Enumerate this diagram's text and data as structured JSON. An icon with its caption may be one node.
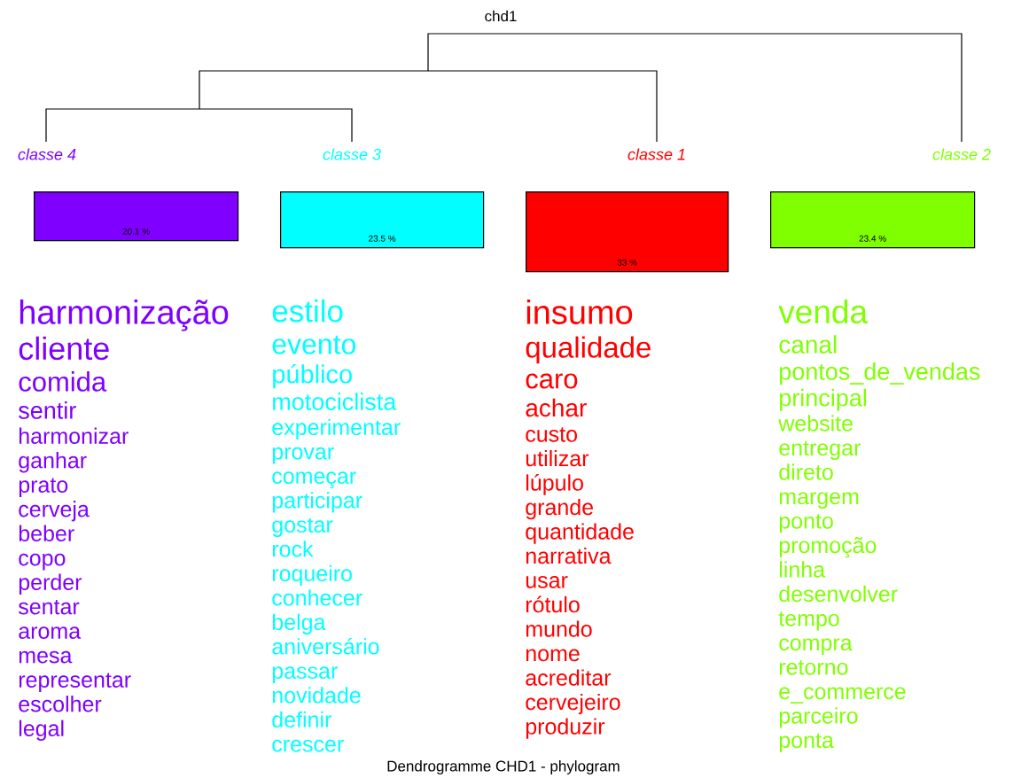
{
  "diagram": {
    "title": "chd1",
    "caption": "Dendrogramme CHD1 - phylogram",
    "nodes": [
      {
        "text": [
          "classe 4"
        ]
      },
      {
        "text": [
          "classe 3"
        ]
      },
      {
        "text": [
          "classe 1"
        ]
      },
      {
        "text": [
          "classe 2"
        ]
      },
      {
        "text": [
          "20.1 %"
        ],
        "beside": [
          "harmonização",
          "cliente",
          "comida",
          "sentir",
          "harmonizar",
          "ganhar",
          "prato",
          "cerveja",
          "beber",
          "copo",
          "perder",
          "sentar",
          "aroma",
          "mesa",
          "representar",
          "escolher",
          "legal"
        ]
      },
      {
        "text": [
          "23.5 %"
        ],
        "beside": [
          "estilo",
          "evento",
          "público",
          "motociclista",
          "experimentar",
          "provar",
          "começar",
          "participar",
          "gostar",
          "rock",
          "roqueiro",
          "conhecer",
          "belga",
          "aniversário",
          "passar",
          "novidade",
          "definir",
          "crescer"
        ]
      },
      {
        "text": [
          "33 %"
        ],
        "beside": [
          "insumo",
          "qualidade",
          "caro",
          "achar",
          "custo",
          "utilizar",
          "lúpulo",
          "grande",
          "quantidade",
          "narrativa",
          "usar",
          "rótulo",
          "mundo",
          "nome",
          "acreditar",
          "cervejeiro",
          "produzir"
        ]
      },
      {
        "text": [
          "23.4 %"
        ],
        "beside": [
          "venda",
          "canal",
          "pontos_de_vendas",
          "principal",
          "website",
          "entregar",
          "direto",
          "margem",
          "ponto",
          "promoção",
          "linha",
          "desenvolver",
          "tempo",
          "compra",
          "retorno",
          "e_commerce",
          "parceiro",
          "ponta"
        ]
      }
    ]
  }
}
